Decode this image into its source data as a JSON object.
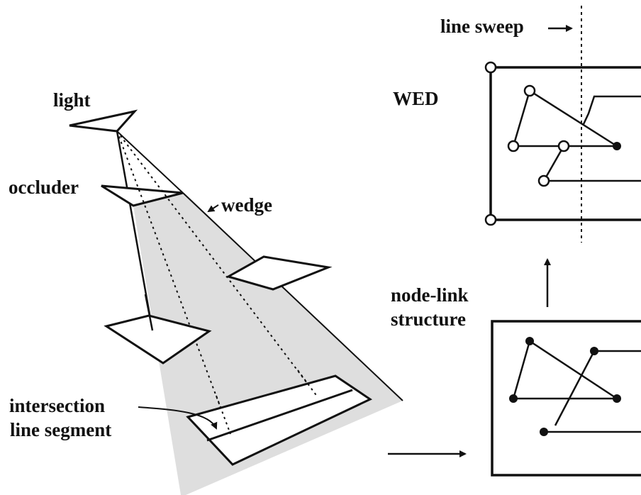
{
  "labels": {
    "light": "light",
    "occluder": "occluder",
    "wedge": "wedge",
    "intersection_line1": "intersection",
    "intersection_line2": "line segment",
    "line_sweep": "line sweep",
    "wed": "WED",
    "node_link_line1": "node-link",
    "node_link_line2": "structure"
  },
  "colors": {
    "ink": "#111111",
    "wedge_fill": "#dddddd",
    "background": "#ffffff"
  }
}
